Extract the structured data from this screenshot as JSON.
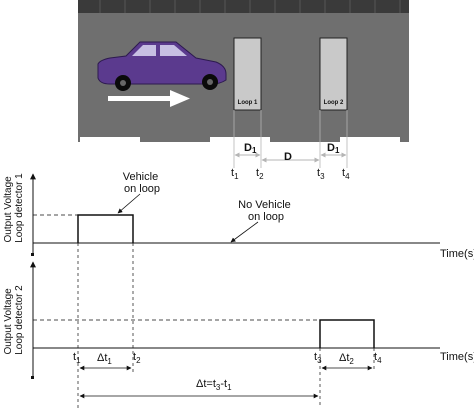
{
  "colors": {
    "road": "#6f6f6f",
    "road_edge": "#3a3a3a",
    "loop_fill": "#c9c9c9",
    "car_body": "#5b3a8e",
    "car_window": "#c7bfe3",
    "car_wheel": "#0a0a0a",
    "arrow": "#ffffff",
    "dim_line": "#b5b5b5",
    "ink": "#111111"
  },
  "scene": {
    "loop1_label": "Loop 1",
    "loop2_label": "Loop 2",
    "d1_left": {
      "main": "D",
      "sub": "1"
    },
    "d_middle": "D",
    "d1_right": {
      "main": "D",
      "sub": "1"
    },
    "times_top": [
      {
        "main": "t",
        "sub": "1"
      },
      {
        "main": "t",
        "sub": "2"
      },
      {
        "main": "t",
        "sub": "3"
      },
      {
        "main": "t",
        "sub": "4"
      }
    ]
  },
  "graph1": {
    "ylabel_line1": "Output Voltage",
    "ylabel_line2": "Loop detector 1",
    "xlabel": "Time(s)",
    "vehicle_on_line1": "Vehicle",
    "vehicle_on_line2": "on loop",
    "no_vehicle_line1": "No Vehicle",
    "no_vehicle_line2": "on loop"
  },
  "graph2": {
    "ylabel_line1": "Output Voltage",
    "ylabel_line2": "Loop detector 2",
    "xlabel": "Time(s)",
    "times": [
      {
        "main": "t",
        "sub": "1"
      },
      {
        "main": "t",
        "sub": "2"
      },
      {
        "main": "t",
        "sub": "3"
      },
      {
        "main": "t",
        "sub": "4"
      }
    ],
    "delta1": {
      "main": "Δt",
      "sub": "1"
    },
    "delta2": {
      "main": "Δt",
      "sub": "2"
    },
    "delta_total": {
      "pre": "Δt=t",
      "sub1": "3",
      "mid": "-t",
      "sub2": "1"
    }
  }
}
